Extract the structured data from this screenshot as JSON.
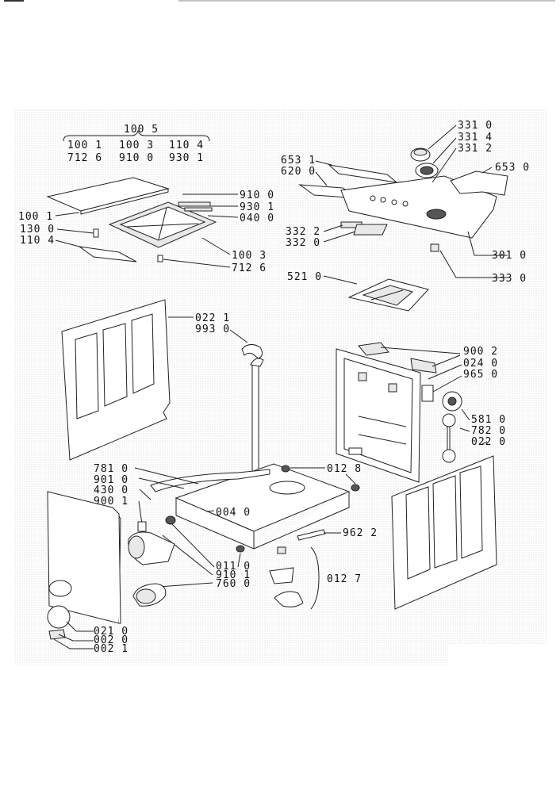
{
  "top_group": {
    "header": "100 5",
    "row1": [
      "100 1",
      "100 3",
      "110 4"
    ],
    "row2": [
      "712 6",
      "910 0",
      "930 1"
    ]
  },
  "callouts": {
    "c331_0": "331 0",
    "c331_4": "331 4",
    "c331_2": "331 2",
    "c653_1": "653 1",
    "c620_0": "620 0",
    "c653_0": "653 0",
    "c910_0_top": "910 0",
    "c930_1": "930 1",
    "c040_0": "040 0",
    "c100_1": "100 1",
    "c130_0": "130 0",
    "c110_4": "110 4",
    "c100_3": "100 3",
    "c712_6": "712 6",
    "c332_2": "332 2",
    "c332_0": "332 0",
    "c301_0": "301 0",
    "c333_0": "333 0",
    "c521_0": "521 0",
    "c022_1": "022 1",
    "c993_0": "993 0",
    "c900_2": "900 2",
    "c024_0": "024 0",
    "c965_0": "965 0",
    "c581_0": "581 0",
    "c782_0": "782 0",
    "c022_0": "022 0",
    "c781_0": "781 0",
    "c901_0": "901 0",
    "c430_0": "430 0",
    "c900_1": "900 1",
    "c012_8": "012 8",
    "c004_0": "004 0",
    "c962_2": "962 2",
    "c011_0": "011 0",
    "c910_1": "910 1",
    "c760_0": "760 0",
    "c012_7": "012 7",
    "c021_0": "021 0",
    "c002_0": "002 0",
    "c002_1": "002 1"
  }
}
